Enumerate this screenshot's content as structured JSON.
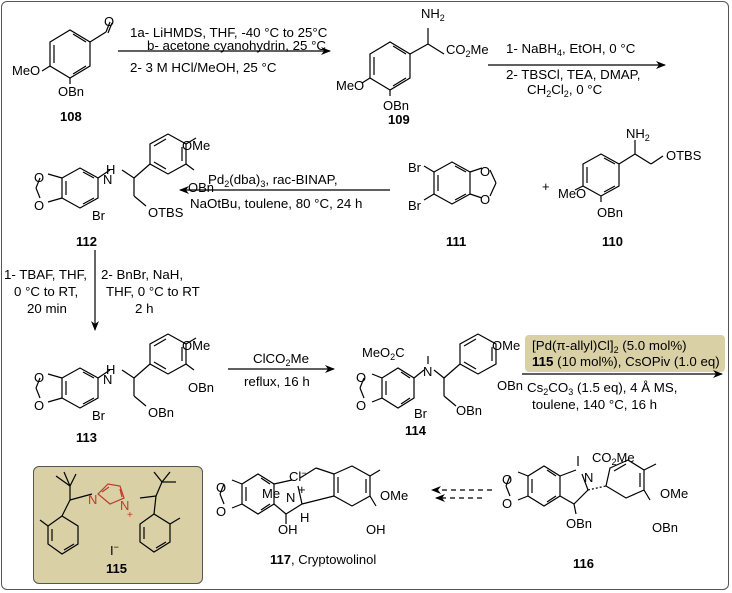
{
  "labels": {
    "c108": "108",
    "c109": "109",
    "c110": "110",
    "c111": "111",
    "c112": "112",
    "c113": "113",
    "c114": "114",
    "c115": "115",
    "c116": "116",
    "c117": "117",
    "c117_name": ", Cryptowolinol"
  },
  "step1": {
    "line1": "1a- LiHMDS, THF, -40 °C to 25°C",
    "line2": "b- acetone cyanohydrin, 25 °C",
    "line3": "2- 3 M HCl/MeOH, 25 °C"
  },
  "step2": {
    "line1": "1- NaBH",
    "line1_sub": "4",
    "line1_rest": ", EtOH, 0 °C",
    "line2": "2- TBSCl, TEA, DMAP,",
    "line3": "CH",
    "line3_sub1": "2",
    "line3_mid": "Cl",
    "line3_sub2": "2",
    "line3_rest": ", 0 °C"
  },
  "step3": {
    "line1_a": "Pd",
    "line1_sub1": "2",
    "line1_b": "(dba)",
    "line1_sub2": "3",
    "line1_c": ", rac-BINAP,",
    "line2": "NaOtBu, toulene, 80 °C, 24 h"
  },
  "step4": {
    "col1_line1": "1- TBAF, THF,",
    "col1_line2": "0 °C to RT,",
    "col1_line3": "20 min",
    "col2_line1": "2- BnBr, NaH,",
    "col2_line2": "THF, 0 °C to RT",
    "col2_line3": "2 h"
  },
  "step5": {
    "line1": "ClCO",
    "line1_sub": "2",
    "line1_rest": "Me",
    "line2": "reflux, 16 h"
  },
  "step6": {
    "line1_a": "[Pd(π-allyl)Cl]",
    "line1_sub": "2",
    "line1_b": " (5.0 mol%)",
    "line2_bold": "115",
    "line2_rest": " (10 mol%), CsOPiv (1.0 eq)",
    "line3_a": "Cs",
    "line3_sub1": "2",
    "line3_b": "CO",
    "line3_sub2": "3",
    "line3_c": " (1.5 eq), 4 Å MS,",
    "line4": "toulene, 140 °C, 16 h"
  },
  "atoms": {
    "o": "O",
    "meo": "MeO",
    "obn": "OBn",
    "ome": "OMe",
    "nh2": "NH",
    "nh2_sub": "2",
    "co2me": "CO",
    "co2me_sub": "2",
    "co2me_end": "Me",
    "otbs": "OTBS",
    "br": "Br",
    "n": "N",
    "h": "H",
    "plus": "+",
    "meo2c": "MeO",
    "meo2c_sub": "2",
    "meo2c_end": "C",
    "cl_minus": "Cl",
    "minus": "−",
    "me": "Me",
    "oh": "OH",
    "iodide": "I"
  },
  "colors": {
    "highlight": "#d9d0a6",
    "nitrogen_red": "#c0392b",
    "frame": "#555555"
  }
}
